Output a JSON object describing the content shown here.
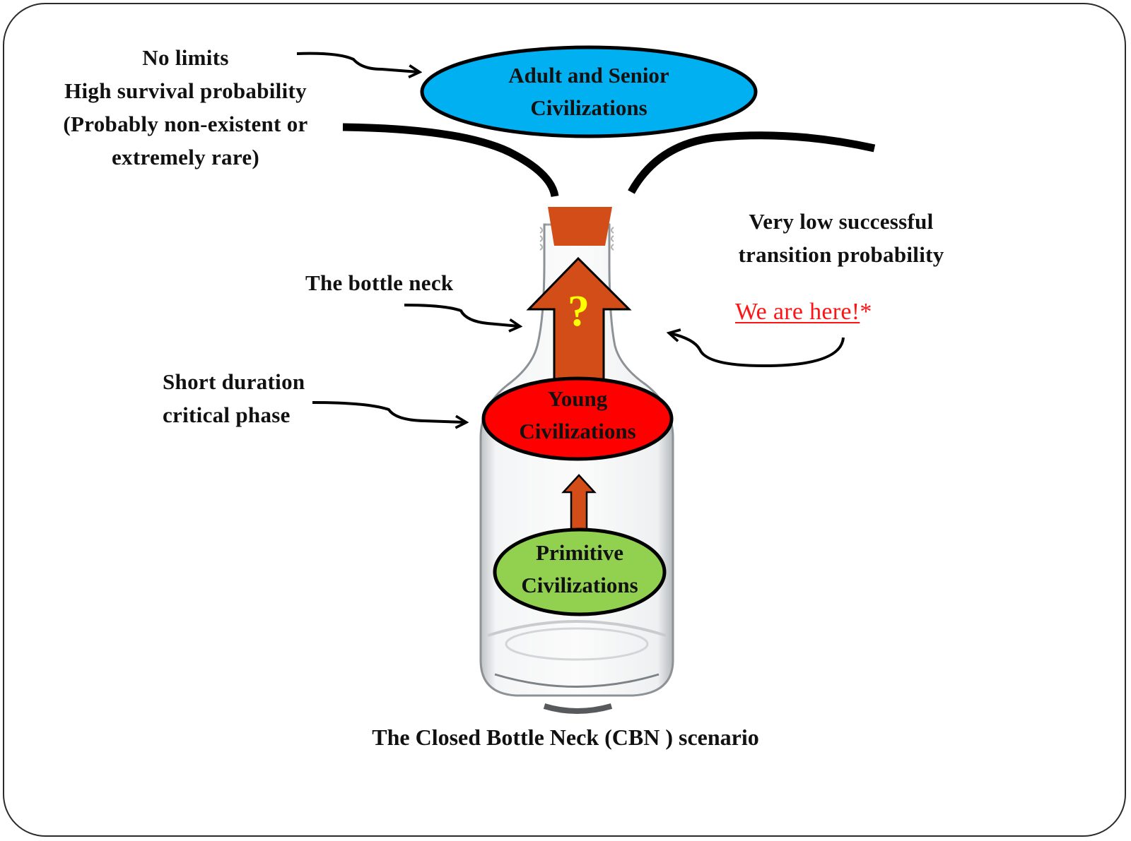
{
  "colors": {
    "adult_fill": "#00b0f0",
    "young_fill": "#ff0000",
    "primitive_fill": "#92d050",
    "arrow_fill": "#d24d18",
    "cork_fill": "#d24d18",
    "question_mark": "#ffff00",
    "we_are_here": "#ff1414",
    "outline": "#000000"
  },
  "nodes": {
    "adult": {
      "line1": "Adult and Senior",
      "line2": "Civilizations"
    },
    "young": {
      "line1": "Young",
      "line2": "Civilizations"
    },
    "primitive": {
      "line1": "Primitive",
      "line2": "Civilizations"
    }
  },
  "annotations": {
    "top_left": {
      "line1": "No limits",
      "line2": "High survival probability",
      "line3": "(Probably non-existent or",
      "line4": "extremely rare)"
    },
    "bottle_neck": "The bottle neck",
    "short_duration": {
      "line1": "Short duration",
      "line2": "critical phase"
    },
    "transition": {
      "line1": "Very low successful",
      "line2": "transition probability"
    },
    "we_are_here": {
      "text": "We are here!",
      "suffix": "*"
    }
  },
  "arrow_symbol": "?",
  "icons": {
    "cork": "cork-icon",
    "bottle": "glass-bottle-icon",
    "up_arrow": "up-arrow-icon",
    "curved_arrow": "curved-arrow-icon"
  },
  "caption": "The Closed Bottle Neck (CBN ) scenario"
}
